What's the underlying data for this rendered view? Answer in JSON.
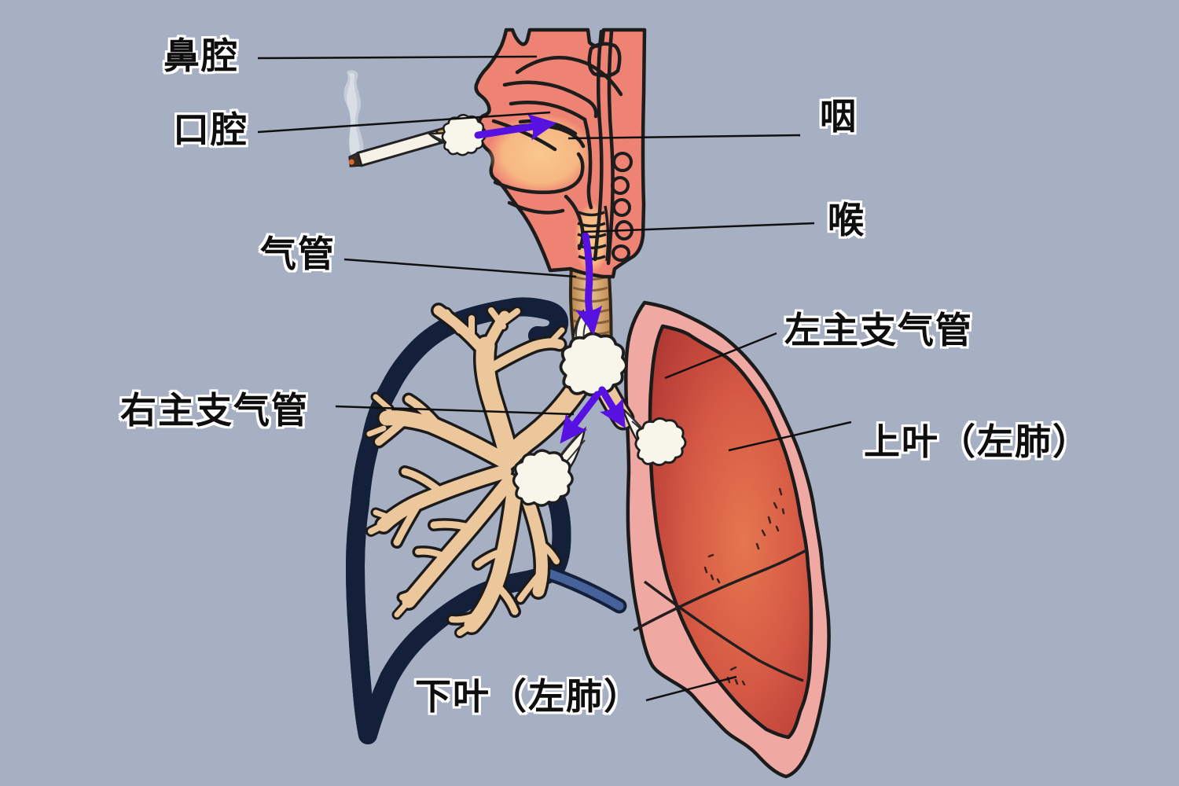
{
  "diagram": {
    "kind": "anatomical diagram of the respiratory tract with cigarette smoke path"
  },
  "labels": {
    "nasal_cavity": "鼻腔",
    "oral_cavity": "口腔",
    "pharynx": "咽",
    "larynx": "喉",
    "trachea": "气管",
    "left_main_bronchus": "左主支气管",
    "right_main_bronchus": "右主支气管",
    "upper_lobe_left_lung": "上叶（左肺）",
    "lower_lobe_left_lung": "下叶（左肺）"
  },
  "colors": {
    "background": "#A6B0C2",
    "head_tissue_salmon": "#EE8273",
    "oral_highlight_orange": "#F8C78D",
    "trachea_tan": "#D8A873",
    "bronchial_tree_tan": "#ECC79C",
    "right_lung_outline_navy": "#45639A",
    "left_lung_pleura_pink": "#F0A8A3",
    "left_lung_lobe_red": "#C54B41",
    "smoke_puff_white": "#F8F5EB",
    "smoke_arrow_purple": "#5712E2",
    "cigarette_body": "#F6F2E7",
    "cigarette_filter": "#D8A35C",
    "label_text": "#0E0E0E",
    "line_outline": "#1C1C1C"
  }
}
